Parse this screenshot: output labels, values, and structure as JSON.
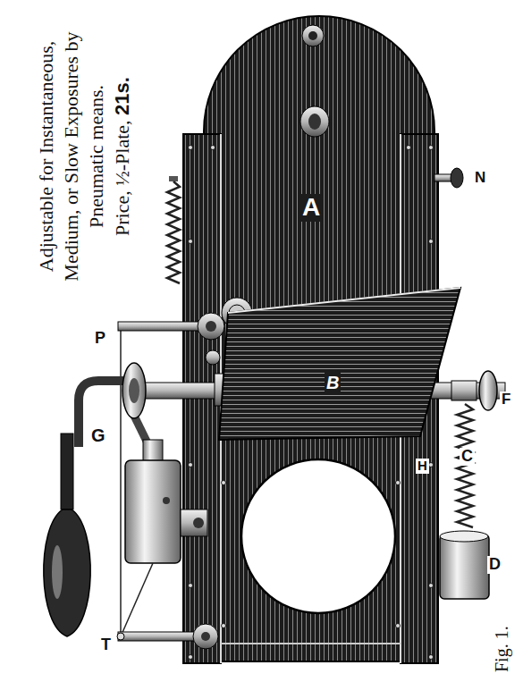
{
  "diagram": {
    "caption": "Fig. 1.",
    "labels": [
      "Adjustable for Instantaneous, Medium, or Slow Exposures by Pneumatic means.",
      "Price, ½-Plate,",
      "21s.",
      "A",
      "N",
      "P",
      "B",
      "F",
      "G",
      "C",
      "H",
      "D",
      "T"
    ]
  }
}
